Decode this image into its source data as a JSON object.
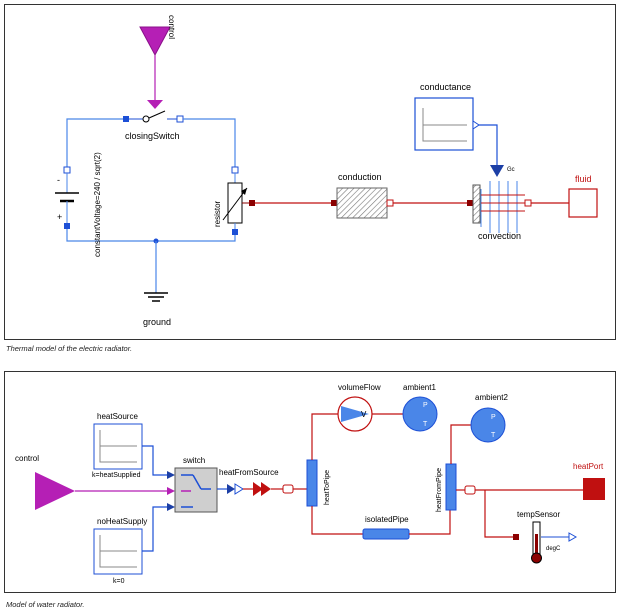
{
  "thermal_model": {
    "caption": "Thermal model of the electric radiator.",
    "labels": {
      "control": "control",
      "closing_switch": "closingSwitch",
      "constant_voltage": "constantVoltage=240 / sqrt(2)",
      "resistor": "resistor",
      "ground": "ground",
      "conduction": "conduction",
      "conductance": "conductance",
      "convection": "convection",
      "gc": "Gc",
      "fluid": "fluid",
      "minus": "-",
      "plus": "+"
    }
  },
  "water_model": {
    "caption": "Model of water radiator.",
    "labels": {
      "control": "control",
      "heat_source": "heatSource",
      "heat_source_param": "k=heatSupplied",
      "no_heat_supply": "noHeatSupply",
      "no_heat_supply_param": "k=0",
      "switch": "switch",
      "heat_from_source": "heatFromSource",
      "heat_to_pipe": "heatToPipe",
      "volume_flow": "volumeFlow",
      "volume_flow_v": "V",
      "ambient1": "ambient1",
      "ambient2": "ambient2",
      "p": "P",
      "t": "T",
      "isolated_pipe": "isolatedPipe",
      "heat_from_pipe": "heatFromPipe",
      "heat_port": "heatPort",
      "temp_sensor": "tempSensor",
      "degc": "degC"
    }
  },
  "colors": {
    "magenta": "#b51fb5",
    "blue": "#1c4fd6",
    "red": "#c01010",
    "dark_red": "#8b0000",
    "gray": "#9a9a9a",
    "pipe_blue": "#4a86e8"
  }
}
